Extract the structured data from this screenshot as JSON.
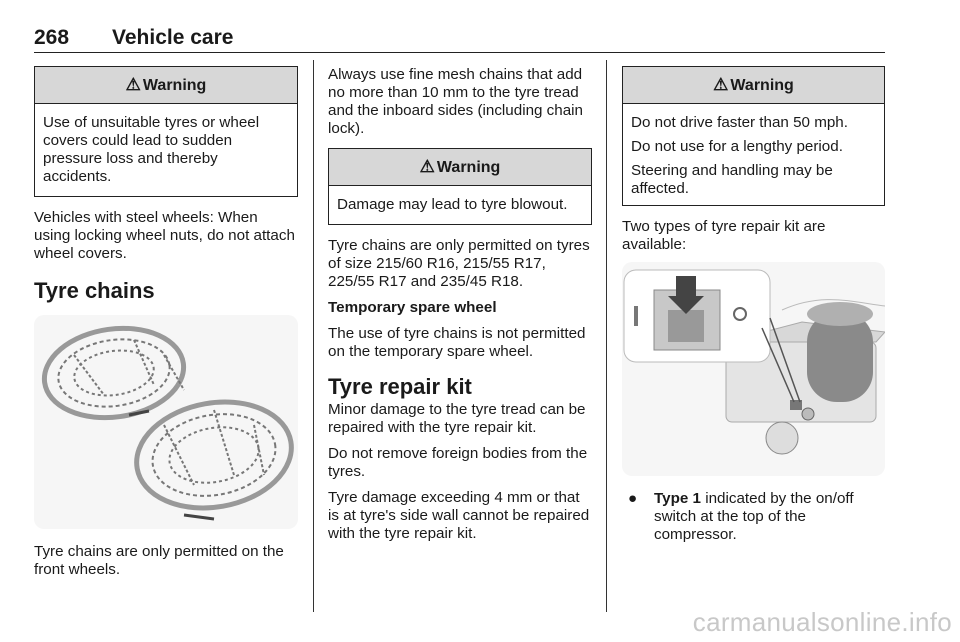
{
  "header": {
    "page_number": "268",
    "section": "Vehicle care"
  },
  "col1": {
    "warning": {
      "symbol": "⚠",
      "title": "Warning",
      "text": "Use of unsuitable tyres or wheel covers could lead to sudden pressure loss and thereby accidents."
    },
    "para1": "Vehicles with steel wheels: When using locking wheel nuts, do not attach wheel covers.",
    "heading": "Tyre chains",
    "caption": "Tyre chains are only permitted on the front wheels."
  },
  "col2": {
    "para1": "Always use fine mesh chains that add no more than 10 mm to the tyre tread and the inboard sides (including chain lock).",
    "warning": {
      "symbol": "⚠",
      "title": "Warning",
      "text": "Damage may lead to tyre blowout."
    },
    "para2": "Tyre chains are only permitted on tyres of size 215/60 R16, 215/55 R17, 225/55 R17 and 235/45 R18.",
    "subheading": "Temporary spare wheel",
    "para3": "The use of tyre chains is not permitted on the temporary spare wheel.",
    "heading": "Tyre repair kit",
    "para4": "Minor damage to the tyre tread can be repaired with the tyre repair kit.",
    "para5": "Do not remove foreign bodies from the tyres.",
    "para6": "Tyre damage exceeding 4 mm or that is at tyre's side wall cannot be repaired with the tyre repair kit."
  },
  "col3": {
    "warning": {
      "symbol": "⚠",
      "title": "Warning",
      "lines": [
        "Do not drive faster than 50 mph.",
        "Do not use for a lengthy period.",
        "Steering and handling may be affected."
      ]
    },
    "para1": "Two types of tyre repair kit are available:",
    "bullet": {
      "marker": "●",
      "label": "Type 1",
      "text": " indicated by the on/off switch at the top of the compressor."
    }
  },
  "watermark": "carmanualsonline.info"
}
